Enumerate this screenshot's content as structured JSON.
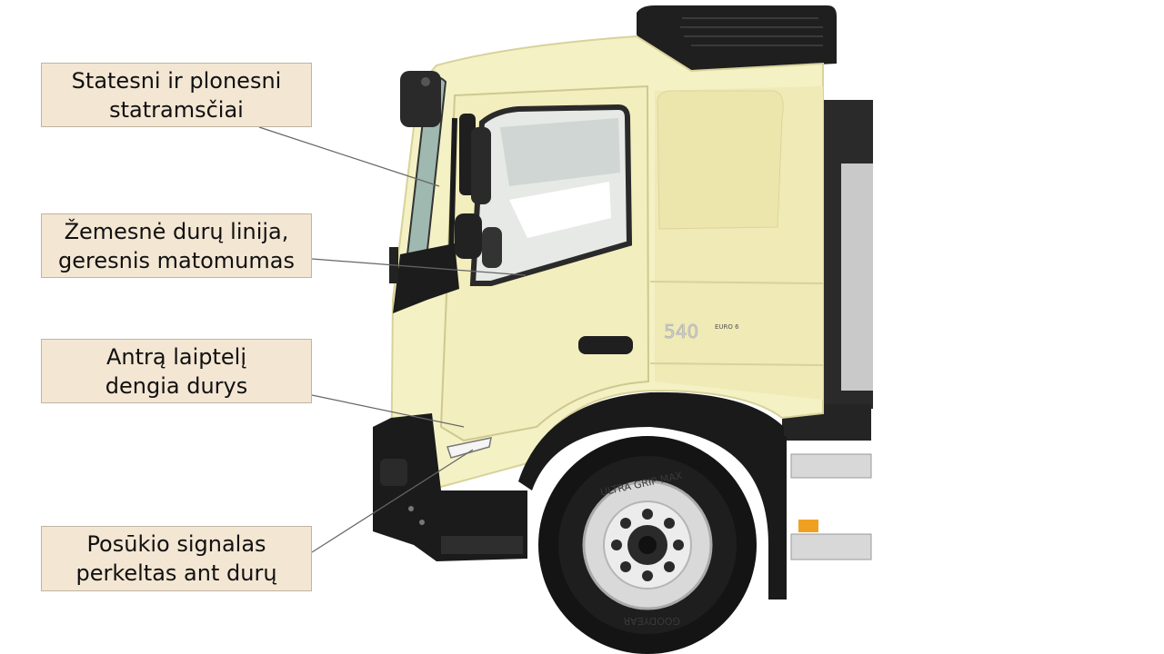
{
  "callouts": [
    {
      "id": "taller-pillars",
      "text": "Statesni ir plonesni\nstatramsčiai"
    },
    {
      "id": "lower-door-line",
      "text": "Žemesnė durų linija,\ngeresnis matomumas"
    },
    {
      "id": "second-step",
      "text": "Antrą laiptelį\ndengia durys"
    },
    {
      "id": "turn-signal",
      "text": "Posūkio signalas\nperkeltas ant durų"
    }
  ],
  "truck": {
    "badge_model": "540",
    "badge_spec": "EURO 6",
    "tyre_text_top": "ULTRA GRIP MAX",
    "tyre_text_bottom": "GOODYEAR",
    "colors": {
      "cab": "#f4f1c4",
      "cab_shade": "#e9e4ad",
      "black": "#1c1c1c",
      "callout_bg": "#f3e6d3"
    }
  }
}
